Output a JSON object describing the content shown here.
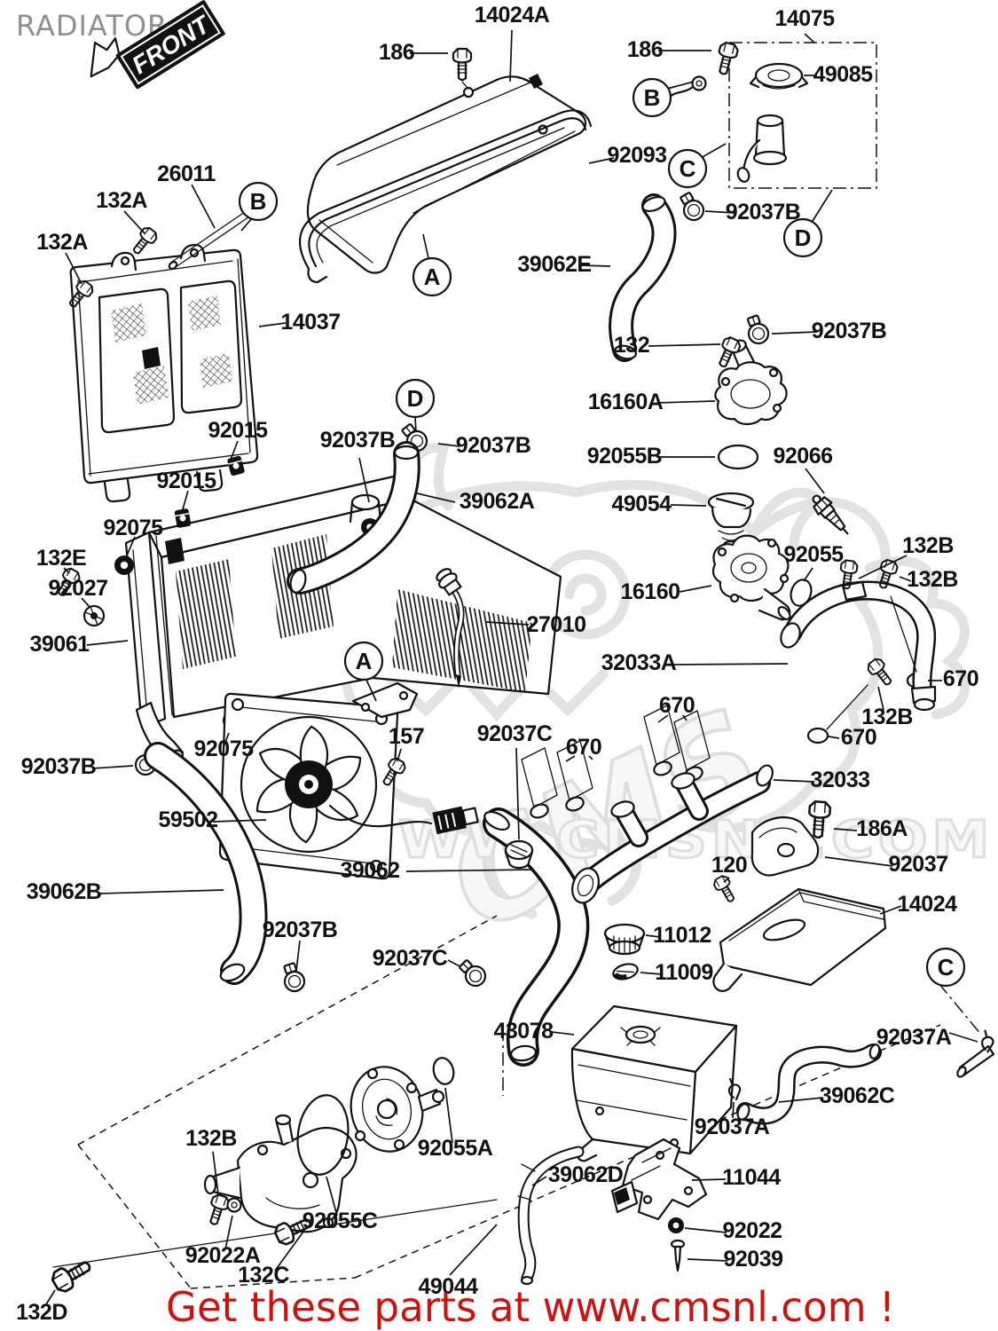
{
  "title": "RADIATOR",
  "front_label": "FRONT",
  "footer": "Get these parts at www.cmsnl.com !",
  "watermark": {
    "brand": "CMS",
    "url": "WWW.CMSNL.COM"
  },
  "ref_letters": {
    "A": "A",
    "B": "B",
    "C": "C",
    "D": "D"
  },
  "colors": {
    "line": "#111111",
    "footer_red": "#cc1111",
    "title_gray": "#8f8f8f",
    "watermark_gray": "#e2e2e2"
  },
  "callouts": {
    "14024A": "14024A",
    "186": "186",
    "14075": "14075",
    "49085": "49085",
    "92093": "92093",
    "92037B": "92037B",
    "39062E": "39062E",
    "26011": "26011",
    "132A": "132A",
    "14037": "14037",
    "132": "132",
    "16160A": "16160A",
    "92055B": "92055B",
    "92066": "92066",
    "49054": "49054",
    "92015": "92015",
    "92075": "92075",
    "132E": "132E",
    "92027": "92027",
    "39061": "39061",
    "27010": "27010",
    "16160": "16160",
    "92055": "92055",
    "132B": "132B",
    "32033A": "32033A",
    "670": "670",
    "92037C": "92037C",
    "32033": "32033",
    "120": "120",
    "186A": "186A",
    "92037": "92037",
    "14024": "14024",
    "11012": "11012",
    "11009": "11009",
    "43078": "43078",
    "92037A": "92037A",
    "39062C": "39062C",
    "39062D": "39062D",
    "11044": "11044",
    "92022": "92022",
    "92039": "92039",
    "157": "157",
    "59502": "59502",
    "39062": "39062",
    "39062B": "39062B",
    "39062A": "39062A",
    "92055A": "92055A",
    "92055C": "92055C",
    "92022A": "92022A",
    "132C": "132C",
    "49044": "49044",
    "132D": "132D"
  }
}
